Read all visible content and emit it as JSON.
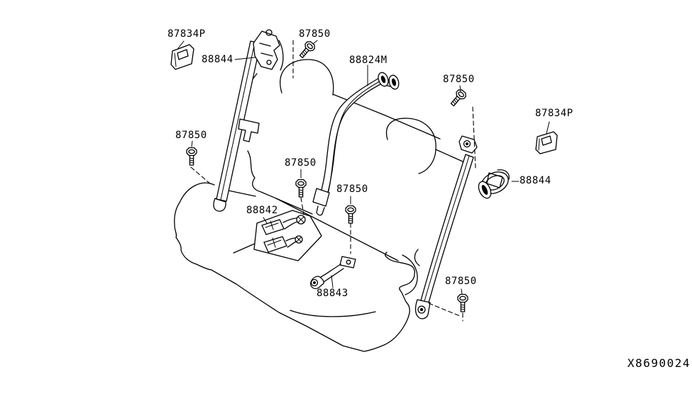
{
  "diagram": {
    "code": "X8690024",
    "colors": {
      "background": "#ffffff",
      "line": "#000000"
    },
    "labels": [
      {
        "text": "87834P",
        "part": "belt-guide-clip-top-left"
      },
      {
        "text": "88844",
        "part": "left-retractor-belt"
      },
      {
        "text": "87850",
        "part": "screw-top"
      },
      {
        "text": "88824M",
        "part": "center-belt"
      },
      {
        "text": "87850",
        "part": "screw-right-upper"
      },
      {
        "text": "87834P",
        "part": "belt-guide-clip-right"
      },
      {
        "text": "88844",
        "part": "right-retractor-belt"
      },
      {
        "text": "87850",
        "part": "screw-left-mid"
      },
      {
        "text": "87850",
        "part": "screw-center"
      },
      {
        "text": "87850",
        "part": "screw-center-right"
      },
      {
        "text": "88842",
        "part": "center-buckle-assembly"
      },
      {
        "text": "88843",
        "part": "lap-belt"
      },
      {
        "text": "87850",
        "part": "screw-bottom-right"
      }
    ]
  }
}
